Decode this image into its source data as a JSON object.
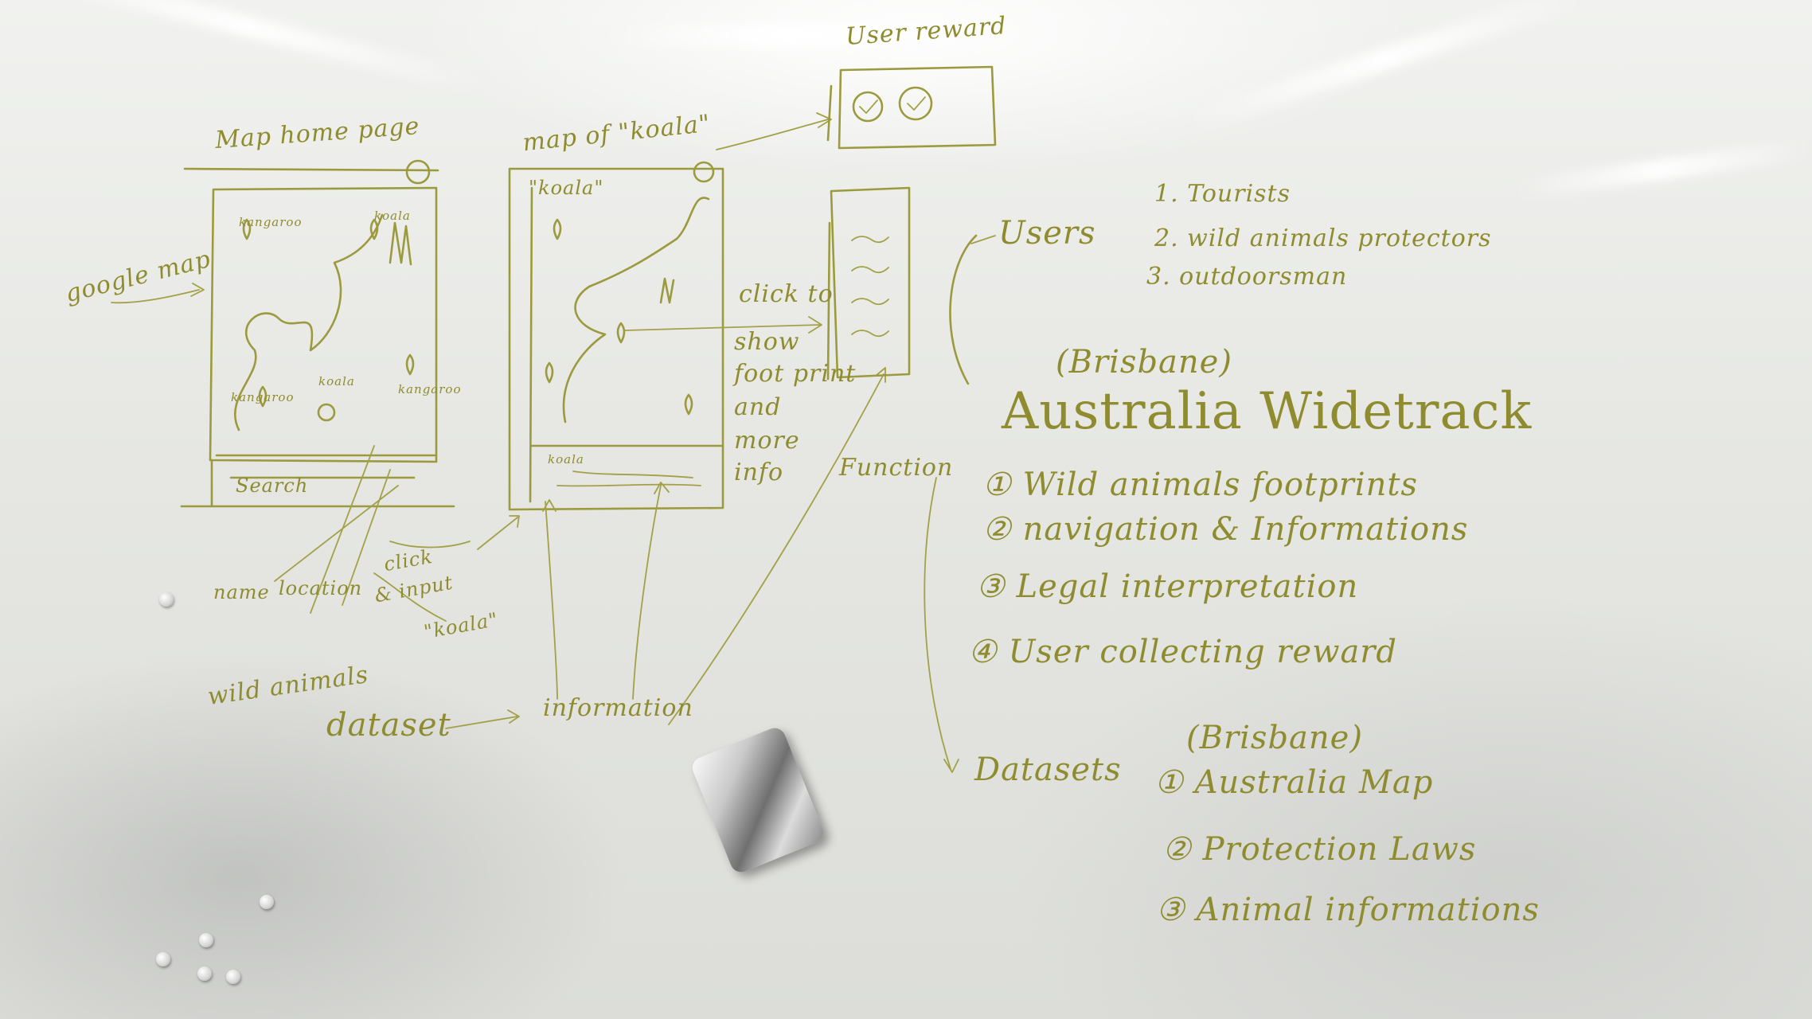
{
  "board": {
    "home_sketch": {
      "title": "Map home page",
      "callout": "google map",
      "pin_labels": [
        "kangaroo",
        "koala",
        "kangaroo",
        "koala",
        "kangaroo"
      ],
      "search_label": "Search",
      "notes": [
        "name",
        "location",
        "click",
        "& input",
        "\"koala\"",
        "wild animals",
        "dataset"
      ]
    },
    "koala_sketch": {
      "title": "map of \"koala\"",
      "search_value": "\"koala\"",
      "list_label": "koala",
      "note_lines": [
        "click to",
        "show",
        "foot print",
        "and",
        "more",
        "info"
      ],
      "info_label": "information"
    },
    "reward": {
      "label": "User reward"
    },
    "function_label": "Function",
    "users": {
      "heading": "Users",
      "items": [
        "1. Tourists",
        "2. wild animals protectors",
        "3. outdoorsman"
      ]
    },
    "project": {
      "subtitle": "(Brisbane)",
      "title": "Australia Widetrack"
    },
    "functions": [
      "① Wild animals footprints",
      "② navigation & Informations",
      "③ Legal interpretation",
      "④ User collecting reward"
    ],
    "datasets": {
      "heading": "Datasets",
      "subtitle": "(Brisbane)",
      "items": [
        "① Australia Map",
        "② Protection Laws",
        "③ Animal informations"
      ]
    }
  }
}
